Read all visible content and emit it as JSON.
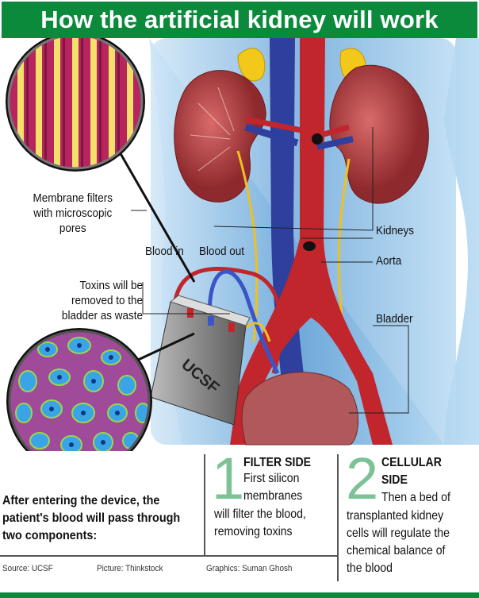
{
  "title": "How the artificial kidney will work",
  "labels": {
    "membrane": [
      "Membrane filters",
      "with microscopic",
      "pores"
    ],
    "blood_in": "Blood in",
    "blood_out": "Blood out",
    "toxins": [
      "Toxins will be",
      "removed to the",
      "bladder as waste"
    ],
    "kidneys": "Kidneys",
    "aorta": "Aorta",
    "bladder": "Bladder",
    "device_brand": "UCSF"
  },
  "intro": [
    "After entering the device, the",
    "patient's blood will pass through",
    "two components:"
  ],
  "steps": [
    {
      "number": "1",
      "heading": "FILTER SIDE",
      "text": [
        "First silicon",
        "membranes",
        "will filter the blood,",
        "removing toxins"
      ]
    },
    {
      "number": "2",
      "heading": [
        "CELLULAR",
        "SIDE"
      ],
      "text": [
        "Then a bed of",
        "transplanted kidney",
        "cells will regulate the",
        "chemical balance of",
        "the blood"
      ]
    }
  ],
  "credits": {
    "source": "Source: UCSF",
    "picture": "Picture: Thinkstock",
    "graphics": "Graphics: Suman Ghosh"
  },
  "colors": {
    "brand_green": "#0b8a3c",
    "number_green": "#7cc296",
    "body_blue": "#8fc3e8",
    "artery_red": "#c0262b",
    "vein_blue": "#2f3f9e"
  }
}
